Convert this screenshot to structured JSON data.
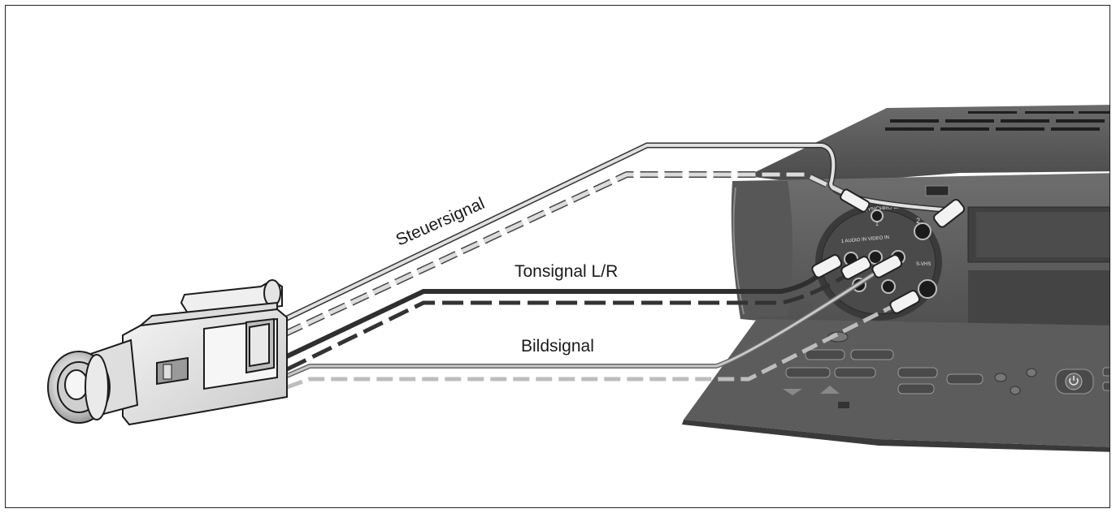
{
  "labels": {
    "control_signal": "Steuersignal",
    "audio_signal": "Tonsignal L/R",
    "video_signal": "Bildsignal"
  },
  "panel": {
    "synchro_edit": "SYNCHRO EDIT",
    "synchro_port_1": "1",
    "synchro_port_2": "2",
    "av_in": "1 AUDIO IN VIDEO IN",
    "s_vhs": "S-VHS"
  },
  "colors": {
    "control_cable": "#cfcfcf",
    "audio_cable": "#2f2f2f",
    "video_cable": "#bdbdbd",
    "recorder_body": "#5a5a5a"
  }
}
